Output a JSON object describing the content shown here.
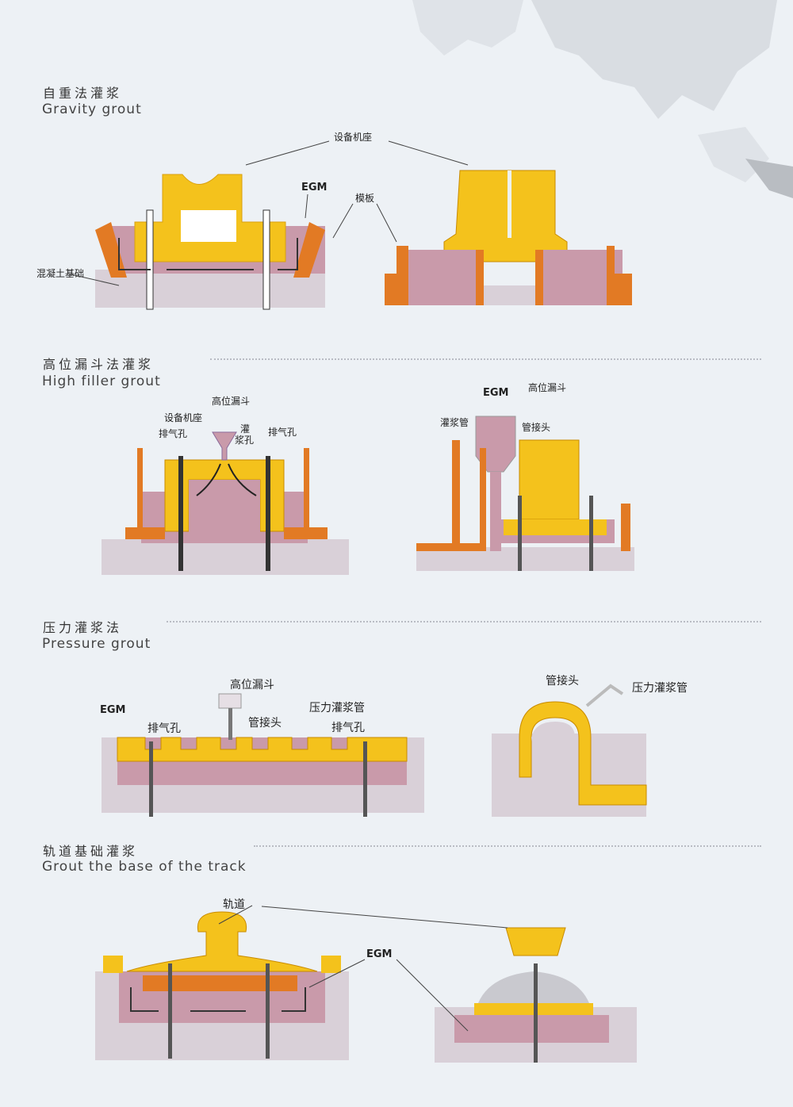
{
  "colors": {
    "background": "#edf1f5",
    "machine_base": "#f4c21c",
    "formwork": "#e27a24",
    "concrete": "#d9d0d8",
    "grout": "#c99aaa",
    "arrow": "#333333"
  },
  "sections": [
    {
      "title_cn": "自重法灌浆",
      "title_en": "Gravity grout",
      "labels": {
        "equipment_base": "设备机座",
        "egm": "EGM",
        "formwork": "模板",
        "concrete_foundation": "混凝土基础"
      }
    },
    {
      "title_cn": "高位漏斗法灌浆",
      "title_en": "High filler grout",
      "labels": {
        "high_funnel_left": "高位漏斗",
        "equipment_base": "设备机座",
        "vent_left": "排气孔",
        "grout_hole_1": "灌",
        "grout_hole_2": "浆孔",
        "vent_right": "排气孔",
        "egm": "EGM",
        "high_funnel_right": "高位漏斗",
        "grout_pipe": "灌浆管",
        "pipe_joint": "管接头"
      }
    },
    {
      "title_cn": "压力灌浆法",
      "title_en": "Pressure grout",
      "labels": {
        "high_funnel": "高位漏斗",
        "pressure_pipe_left": "压力灌浆管",
        "egm": "EGM",
        "vent_left": "排气孔",
        "pipe_joint_left": "管接头",
        "vent_right": "排气孔",
        "pipe_joint_right": "管接头",
        "pressure_pipe_right": "压力灌浆管"
      }
    },
    {
      "title_cn": "轨道基础灌浆",
      "title_en": "Grout the base of the track",
      "labels": {
        "track": "轨道",
        "egm": "EGM"
      }
    }
  ]
}
